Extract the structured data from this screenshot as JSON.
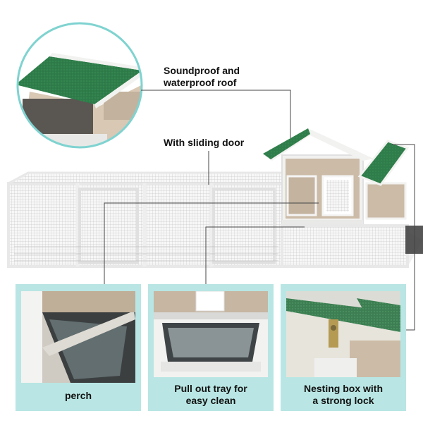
{
  "callouts": {
    "roof": [
      "Soundproof and",
      "waterproof  roof"
    ],
    "door": "With sliding door"
  },
  "captions": {
    "perch": "perch",
    "tray": [
      "Pull out tray for",
      "easy clean"
    ],
    "nest": [
      "Nesting box with",
      "a strong lock"
    ]
  },
  "colors": {
    "roof_green": "#2f7d4a",
    "panel_teal": "#b9e6e4",
    "wood": "#c9b9a6",
    "frame_white": "#f4f4f2",
    "circle_ring": "#7fd3d0"
  }
}
